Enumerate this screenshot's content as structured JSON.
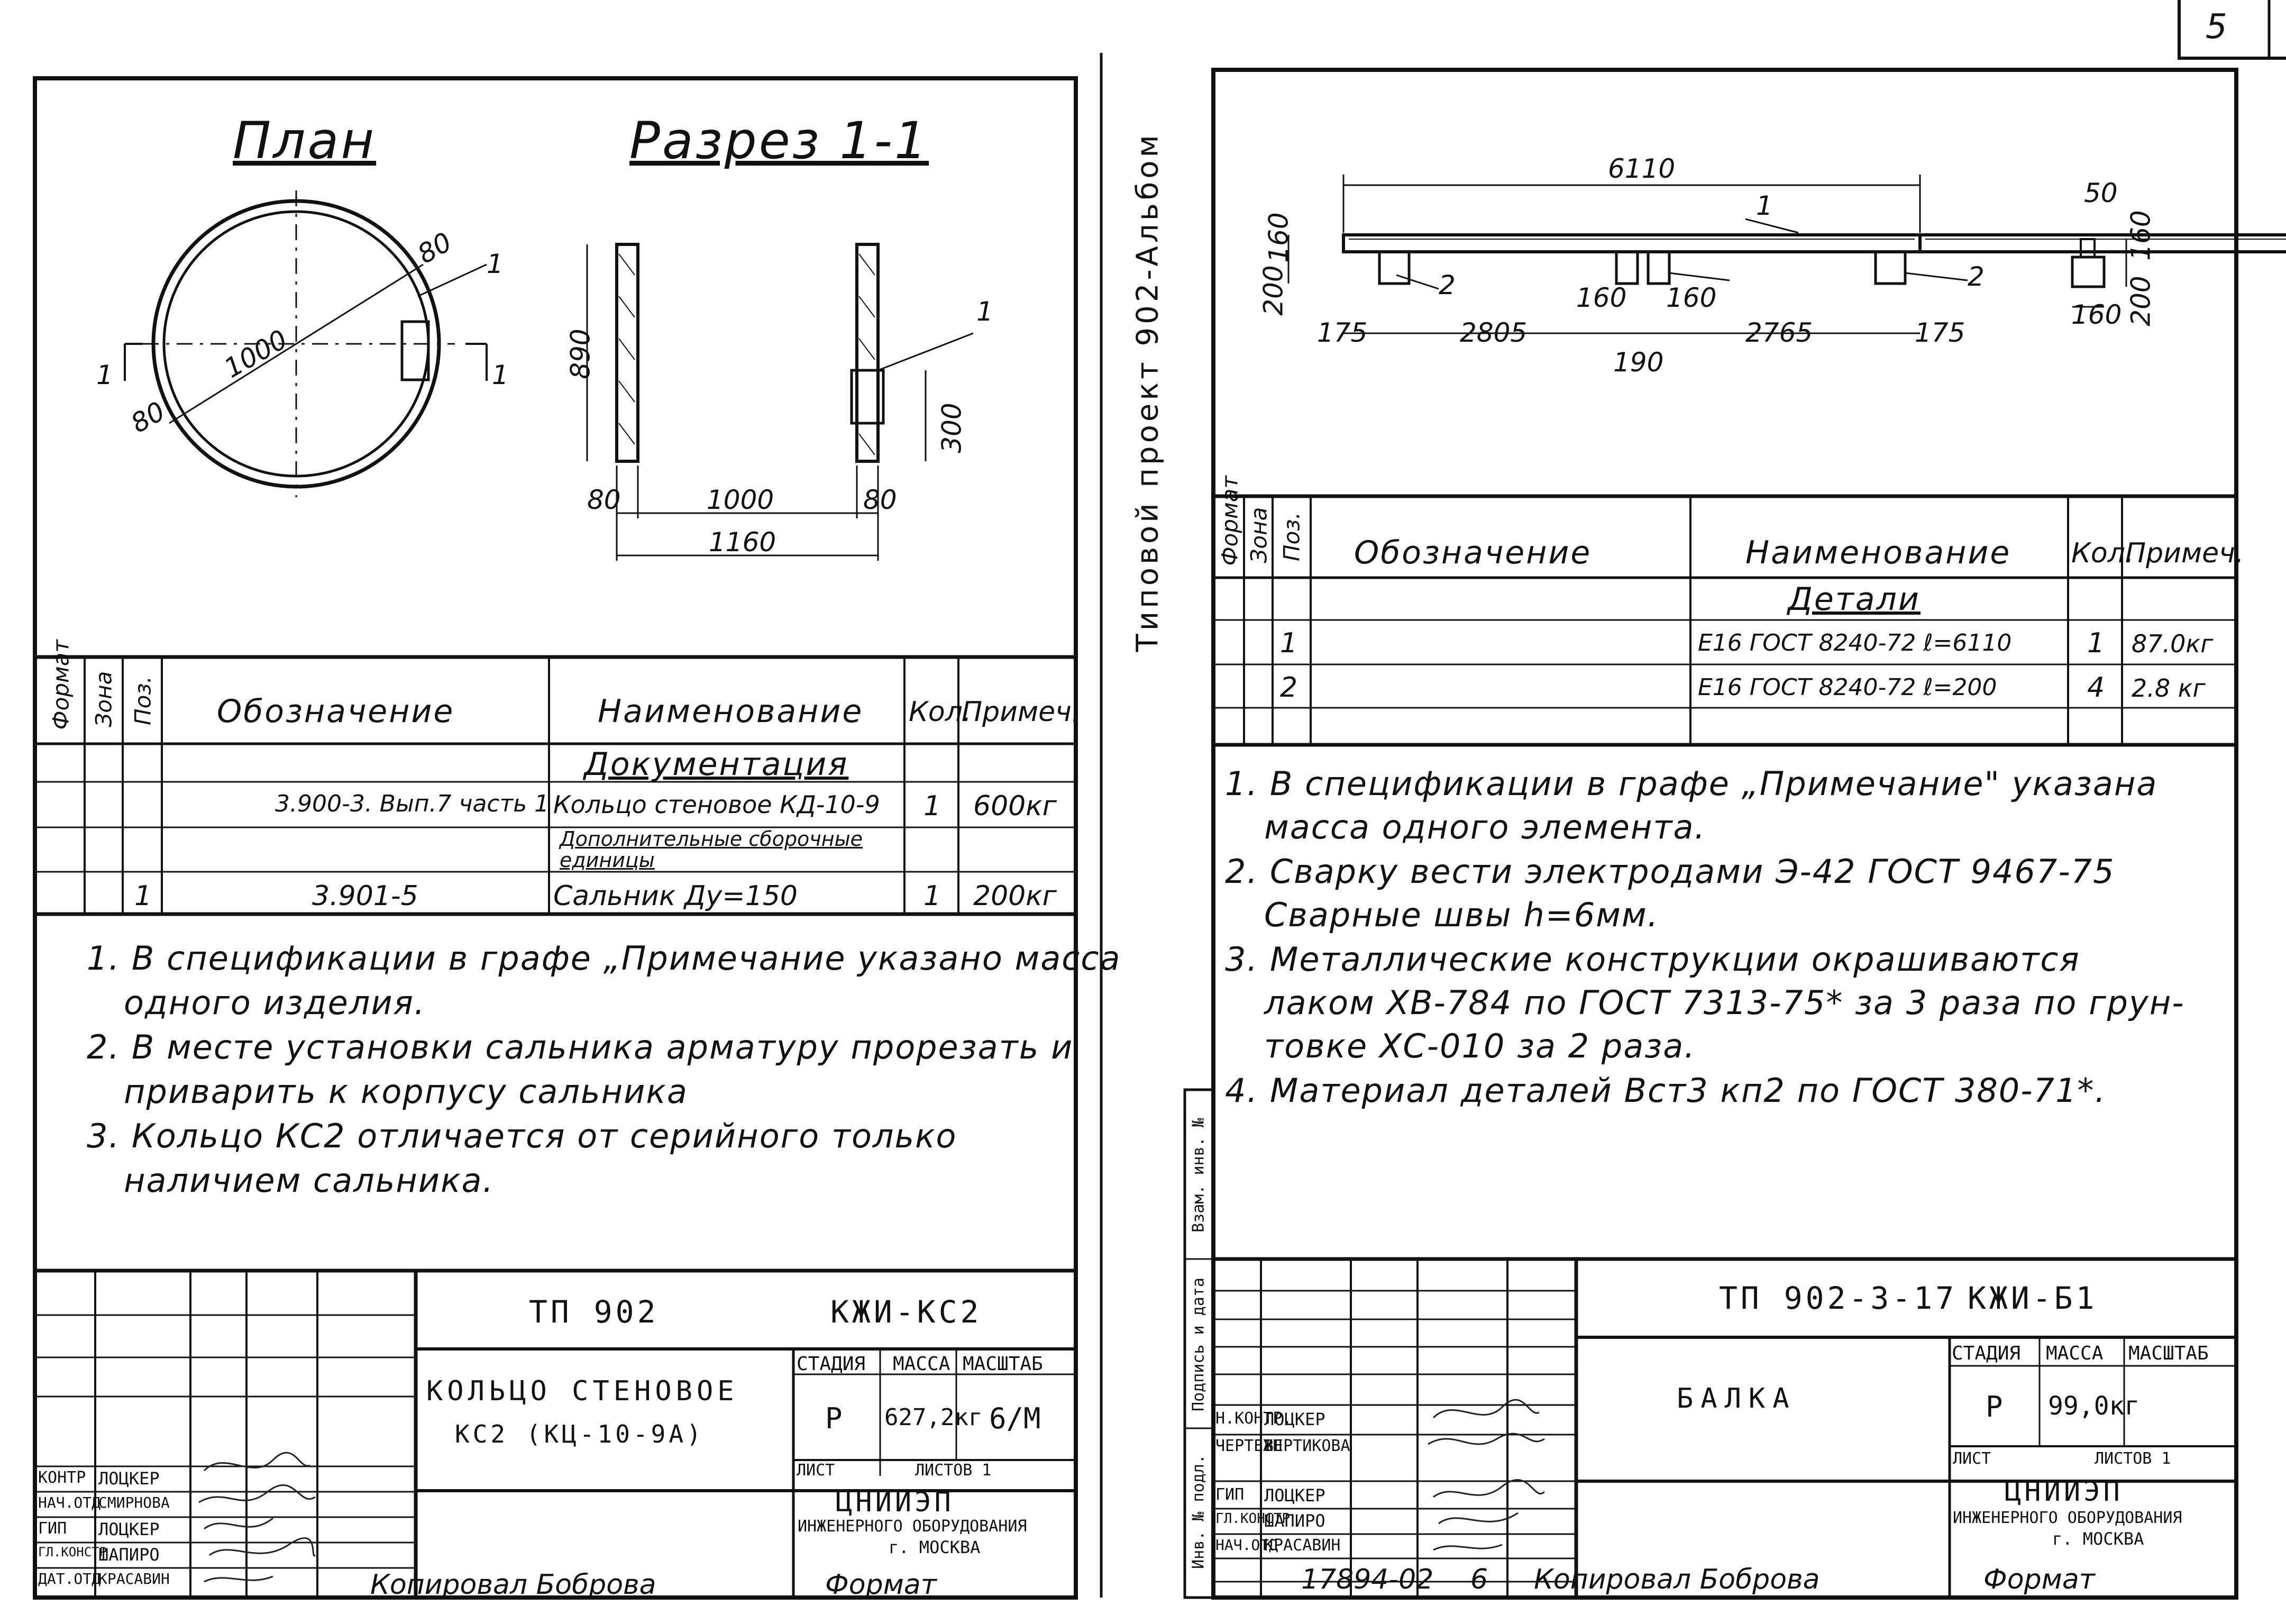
{
  "page_number": "5",
  "left_sheet": {
    "plan_title": "План",
    "section_title": "Разрез 1-1",
    "plan_dims": {
      "d1000": "1000",
      "d80a": "80",
      "d80b": "80",
      "mark1": "1",
      "cut_left": "1",
      "cut_right": "1"
    },
    "section_dims": {
      "h890": "890",
      "h300": "300",
      "w80a": "80",
      "w1000": "1000",
      "w80b": "80",
      "w1160": "1160",
      "mark1": "1"
    },
    "table": {
      "headers": {
        "format": "Формат",
        "zone": "Зона",
        "pos": "Поз.",
        "designation": "Обозначение",
        "name": "Наименование",
        "qty": "Кол.",
        "note": "Примеч."
      },
      "section_documentation": "Документация",
      "rows": [
        {
          "pos": "",
          "designation": "3.900-3. Вып.7 часть 1",
          "name": "Кольцо стеновое КД-10-9",
          "qty": "1",
          "note": "600кг"
        },
        {
          "pos": "",
          "designation": "",
          "name": "Дополнительные сборочные единицы",
          "qty": "",
          "note": ""
        },
        {
          "pos": "1",
          "designation": "3.901-5",
          "name": "Сальник Ду=150",
          "qty": "1",
          "note": "200кг"
        }
      ]
    },
    "notes": [
      "1. В спецификации в графе „Примечание указано масса",
      "одного изделия.",
      "2. В месте установки сальника арматуру прорезать и",
      "приварить к корпусу сальника",
      "3. Кольцо КС2 отличается от серийного только",
      "наличием сальника."
    ],
    "stamp": {
      "project": "ТП 902",
      "code": "КЖИ-КС2",
      "title_line1": "КОЛЬЦО СТЕНОВОЕ",
      "title_line2": "КС2 (КЦ-10-9А)",
      "stage_label": "СТАДИЯ",
      "mass_label": "МАССА",
      "scale_label": "МАСШТАБ",
      "stage": "Р",
      "mass": "627,2кг",
      "scale": "6/М",
      "sheet_label": "ЛИСТ",
      "sheets_label": "ЛИСТОВ 1",
      "org": "ЦНИИЭП",
      "org_line2": "ИНЖЕНЕРНОГО ОБОРУДОВАНИЯ",
      "org_line3": "г. МОСКВА",
      "roles": [
        "КОНТР",
        "НАЧ.ОТД",
        "ГИП",
        "ГЛ.КОНСТР",
        "ДАТ.ОТД"
      ],
      "people": [
        "ЛОЦКЕР",
        "СМИРНОВА",
        "ЛОЦКЕР",
        "ШАПИРО",
        "КРАСАВИН"
      ]
    },
    "footer_copied": "Копировал Боброва",
    "footer_format": "Формат"
  },
  "middle_vertical": "Типовой проект 902-Альбом",
  "right_sheet": {
    "elevation_dims": {
      "total": "6110",
      "mark1": "1",
      "mark2a": "2",
      "mark2b": "2",
      "h200": "200",
      "h160": "160",
      "d175a": "175",
      "d2805": "2805",
      "d160a": "160",
      "d160b": "160",
      "d190": "190",
      "d2765": "2765",
      "d175b": "175"
    },
    "detail_dims": {
      "top": "50",
      "h160": "160",
      "h200": "200",
      "w160": "160"
    },
    "table": {
      "headers": {
        "format": "Формат",
        "zone": "Зона",
        "pos": "Поз.",
        "designation": "Обозначение",
        "name": "Наименование",
        "qty": "Кол.",
        "note": "Примеч."
      },
      "section_details": "Детали",
      "rows": [
        {
          "pos": "1",
          "designation": "",
          "name": "Ε16 ГОСТ 8240-72 ℓ=6110",
          "qty": "1",
          "note": "87.0кг"
        },
        {
          "pos": "2",
          "designation": "",
          "name": "Ε16 ГОСТ 8240-72 ℓ=200",
          "qty": "4",
          "note": "2.8 кг"
        }
      ]
    },
    "notes": [
      "1. В спецификации в графе „Примечание\" указана",
      "масса одного элемента.",
      "2. Сварку вести электродами Э-42 ГОСТ 9467-75",
      "Сварные швы h=6мм.",
      "3. Металлические конструкции окрашиваются",
      "лаком ХВ-784 по ГОСТ 7313-75* за 3 раза по грун-",
      "товке ХС-010 за 2 раза.",
      "4. Материал деталей Вст3 кп2 по ГОСТ 380-71*."
    ],
    "side_labels": [
      "Инв. № подл.",
      "Подпись и дата",
      "Взам. инв. №"
    ],
    "stamp": {
      "project": "ТП 902-3-17",
      "code": "КЖИ-Б1",
      "title": "БАЛКА",
      "stage_label": "СТАДИЯ",
      "mass_label": "МАССА",
      "scale_label": "МАСШТАБ",
      "stage": "Р",
      "mass": "99,0кг",
      "scale": "",
      "sheet_label": "ЛИСТ",
      "sheets_label": "ЛИСТОВ 1",
      "org": "ЦНИИЭП",
      "org_line2": "ИНЖЕНЕРНОГО ОБОРУДОВАНИЯ",
      "org_line3": "г. МОСКВА",
      "roles": [
        "Н.КОНТР.",
        "ЧЕРТЕЖН",
        "ГИП",
        "ГЛ.КОНСТР",
        "НАЧ.ОТД"
      ],
      "people": [
        "ЛОЦКЕР",
        "ВЕРТИКОВА",
        "ЛОЦКЕР",
        "ШАПИРО",
        "КРАСАВИН"
      ]
    },
    "footer_number": "17894-02",
    "footer_sheet": "6",
    "footer_copied": "Копировал Боброва",
    "footer_format": "Формат"
  }
}
